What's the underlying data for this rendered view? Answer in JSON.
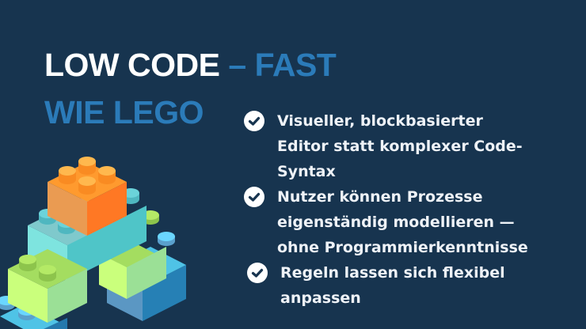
{
  "title": {
    "line1_white": "LOW CODE",
    "line1_blue": " – FAST",
    "line2_blue": "WIE LEGO"
  },
  "bullets": [
    {
      "icon": "check-circle-icon",
      "lines": [
        "Visueller, blockbasierter",
        "Editor statt komplexer Code-",
        "Syntax"
      ]
    },
    {
      "icon": "check-circle-icon",
      "lines": [
        "Nutzer können Prozesse",
        "eigenständig modellieren —",
        "ohne Programmierkenntnisse"
      ]
    },
    {
      "icon": "check-circle-icon",
      "lines": [
        "Regeln lassen sich flexibel",
        "anpassen"
      ]
    }
  ],
  "colors": {
    "background": "#17344f",
    "title_white": "#ffffff",
    "accent_blue": "#2b7bb9",
    "text": "#eef2f7"
  },
  "illustration": "lego-bricks-stack"
}
